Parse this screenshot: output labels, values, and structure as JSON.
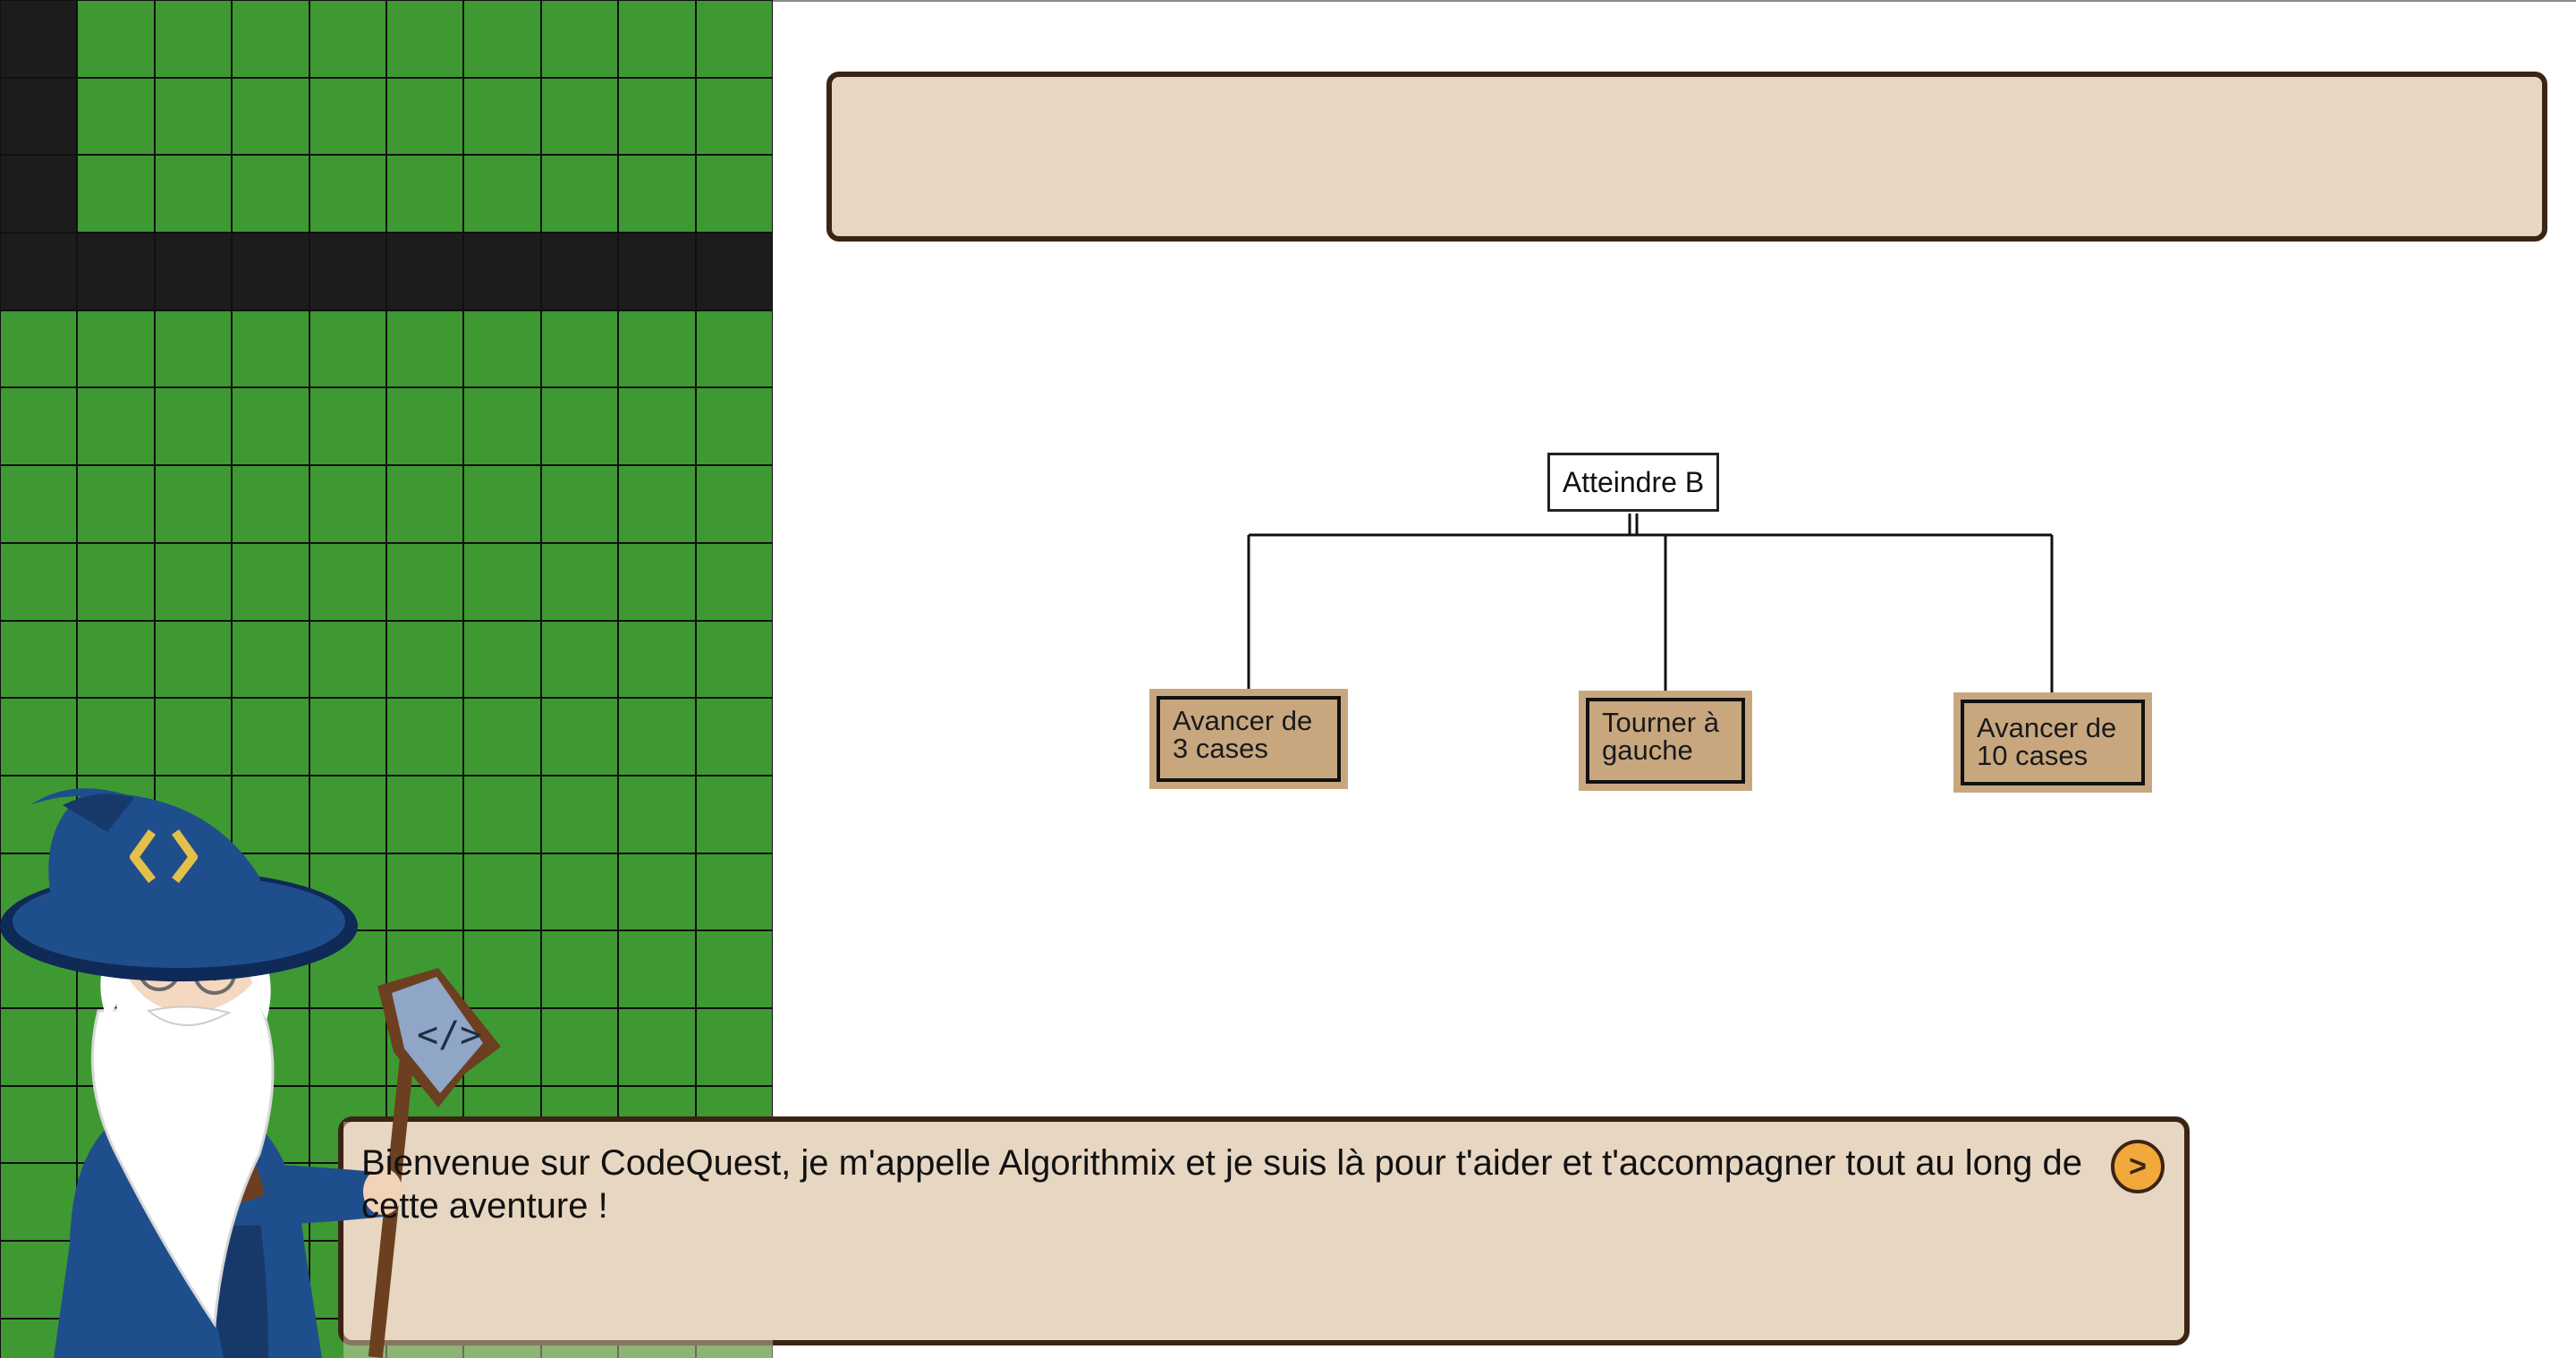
{
  "colors": {
    "grass": "#3f9933",
    "wall": "#1c1c1c",
    "panel_bg": "#e7d6c2",
    "panel_border": "#3c2415",
    "node_bg": "#c8a77f",
    "button_bg": "#f2a93b"
  },
  "board": {
    "columns": 10,
    "rows": 18,
    "wall_cells": [
      [
        0,
        0
      ],
      [
        1,
        0
      ],
      [
        2,
        0
      ],
      [
        3,
        0
      ],
      [
        3,
        1
      ],
      [
        3,
        2
      ],
      [
        3,
        3
      ],
      [
        3,
        4
      ],
      [
        3,
        5
      ],
      [
        3,
        6
      ],
      [
        3,
        7
      ],
      [
        3,
        8
      ],
      [
        3,
        9
      ]
    ]
  },
  "objective_panel": {
    "text": ""
  },
  "tree": {
    "root": "Atteindre B",
    "children": [
      {
        "label": "Avancer de 3 cases"
      },
      {
        "label": "Tourner à gauche"
      },
      {
        "label": "Avancer de 10 cases"
      }
    ]
  },
  "dialogue": {
    "character_icon": "wizard-algorithmix",
    "text": "Bienvenue sur CodeQuest, je m'appelle Algorithmix et je suis là pour t'aider et t'accompagner tout au long de cette aventure !",
    "next_label": ">"
  }
}
